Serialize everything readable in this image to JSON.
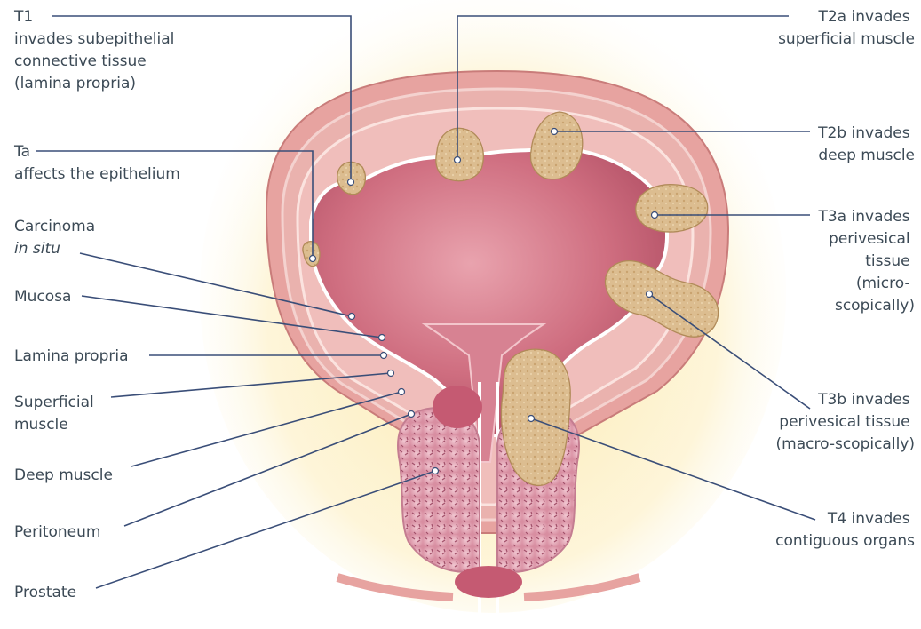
{
  "labels": {
    "t1": {
      "name": "T1",
      "desc": [
        "invades subepithelial",
        "connective tissue",
        "(lamina propria)"
      ]
    },
    "ta": {
      "name": "Ta",
      "desc": [
        "affects the epithelium"
      ]
    },
    "cis": {
      "name": "Carcinoma",
      "desc": [
        "in situ"
      ]
    },
    "mucosa": "Mucosa",
    "lamina_propria": "Lamina propria",
    "superficial_muscle": [
      "Superficial",
      "muscle"
    ],
    "deep_muscle": "Deep muscle",
    "peritoneum": "Peritoneum",
    "prostate": "Prostate",
    "t2a": [
      "T2a invades",
      "superficial muscle"
    ],
    "t2b": [
      "T2b invades",
      "deep muscle"
    ],
    "t3a": [
      "T3a invades",
      "perivesical",
      "tissue",
      "(micro-",
      "scopically)"
    ],
    "t3b": [
      "T3b invades",
      "perivesical tissue",
      "(macro-scopically)"
    ],
    "t4": [
      "T4 invades",
      "contiguous organs"
    ]
  },
  "colors": {
    "leader_line": "#3a4e78",
    "label_text": "#3c4a56",
    "tumor": "#d9b98c",
    "bladder_wall": "#e8a7a4",
    "lumen": "#c55a6e",
    "prostate": "#e5a9b8",
    "glow": "#fbe7a6"
  }
}
